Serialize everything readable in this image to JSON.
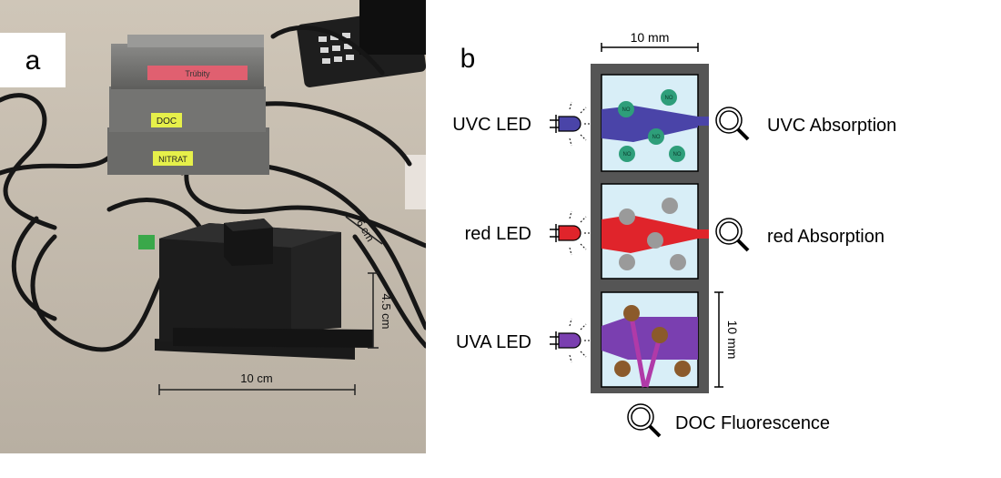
{
  "photo": {
    "panel_label": "a",
    "box_labels": [
      "Trübity",
      "DOC",
      "NITRAT"
    ],
    "dimensions": {
      "length": "10 cm",
      "height": "4.5 cm",
      "width": "6 cm"
    }
  },
  "scheme": {
    "panel_label": "b",
    "scale_top": "10 mm",
    "scale_side": "10 mm",
    "particle_label": "NO",
    "channels": [
      {
        "source": "UVC LED",
        "detector": "UVC Absorption",
        "color": "#4a44a8"
      },
      {
        "source": "red LED",
        "detector": "red Absorption",
        "color": "#e0242b"
      },
      {
        "source": "UVA LED",
        "detector": "",
        "color": "#7a3fb0"
      }
    ],
    "fluorescence_detector": "DOC Fluorescence",
    "colors": {
      "housing": "#555555",
      "cuvette": "#d8eef7",
      "nitrate": "#2e9e7a",
      "turbidity": "#9a9a9a",
      "doc": "#8b5a2b",
      "fluor_beam": "#b03aa8"
    }
  }
}
